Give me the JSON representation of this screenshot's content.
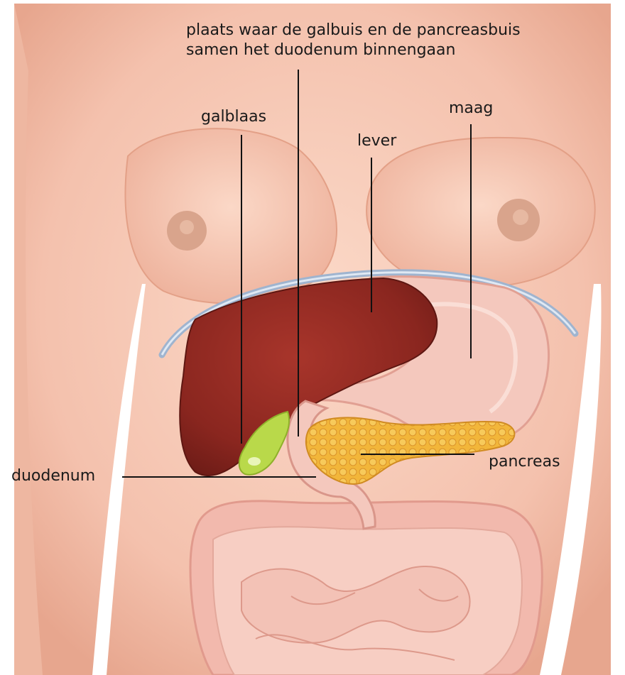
{
  "labels": {
    "junction_line1": "plaats waar de galbuis en de pancreasbuis",
    "junction_line2": "samen het duodenum binnengaan",
    "gallbladder": "galblaas",
    "liver": "lever",
    "stomach": "maag",
    "pancreas": "pancreas",
    "duodenum": "duodenum"
  },
  "colors": {
    "skin": "#f6c9b6",
    "skin_shadow": "#e9a88f",
    "liver": "#8f2a22",
    "stomach": "#f3c3b8",
    "pancreas": "#f2b63a",
    "gallbladder": "#b9d94a",
    "diaphragm": "#9fb4cf",
    "intestine": "#f2b9ad",
    "leader": "#111111"
  }
}
